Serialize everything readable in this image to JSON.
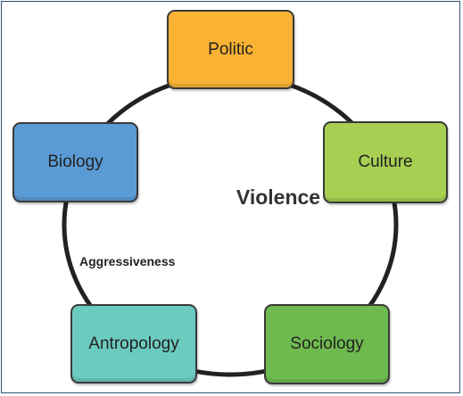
{
  "diagram": {
    "center": "Violence",
    "annotation": "Aggressiveness",
    "nodes": [
      {
        "label": "Politic",
        "color": "#f9b233"
      },
      {
        "label": "Culture",
        "color": "#a7cf52"
      },
      {
        "label": "Sociology",
        "color": "#6fba4f"
      },
      {
        "label": "Antropology",
        "color": "#6ccbbf"
      },
      {
        "label": "Biology",
        "color": "#5b9bd5"
      }
    ],
    "ring_color": "#222222"
  }
}
